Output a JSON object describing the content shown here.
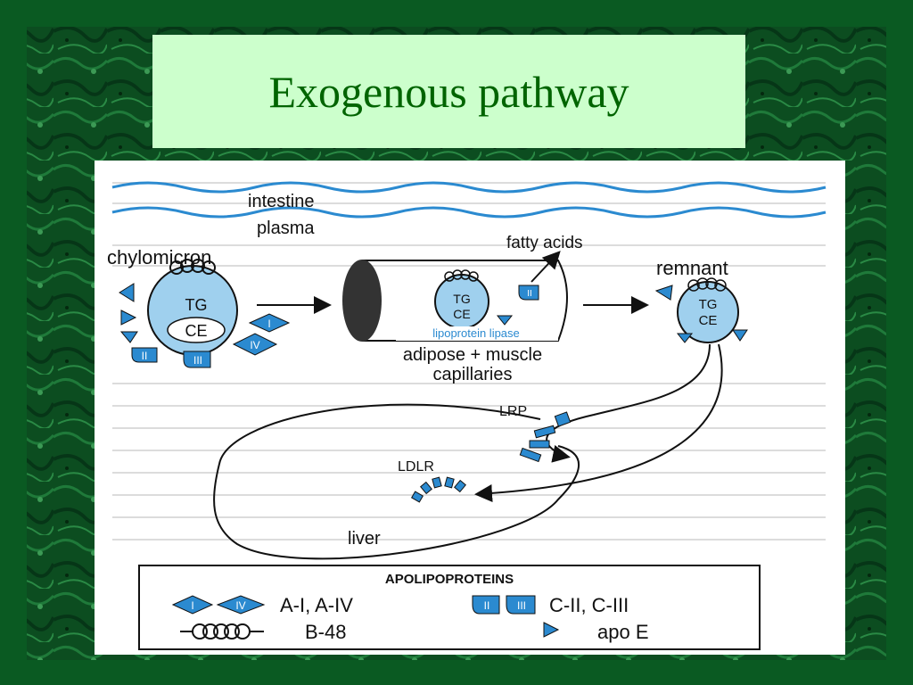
{
  "slide": {
    "title": "Exogenous pathway"
  },
  "diagram": {
    "intestine": "intestine",
    "plasma": "plasma",
    "chylomicron": "chylomicron",
    "fatty_acids": "fatty acids",
    "remnant": "remnant",
    "tg": "TG",
    "ce": "CE",
    "lipoprotein_lipase": "lipoprotein lipase",
    "adipose_muscle": "adipose + muscle",
    "capillaries": "capillaries",
    "lrp": "LRP",
    "ldlr": "LDLR",
    "liver": "liver",
    "apo_i": "I",
    "apo_iv": "IV",
    "apo_ii": "II",
    "apo_iii": "III"
  },
  "legend": {
    "title": "APOLIPOPROTEINS",
    "a1_a4": "A-I, A-IV",
    "c2_c3": "C-II, C-III",
    "b48": "B-48",
    "apo_e": "apo E"
  },
  "colors": {
    "background": "#0b4a1d",
    "title_box": "#ccffcc",
    "title_text": "#006400",
    "apo_blue": "#2b8ad0",
    "particle_fill": "#9fd0ee"
  }
}
